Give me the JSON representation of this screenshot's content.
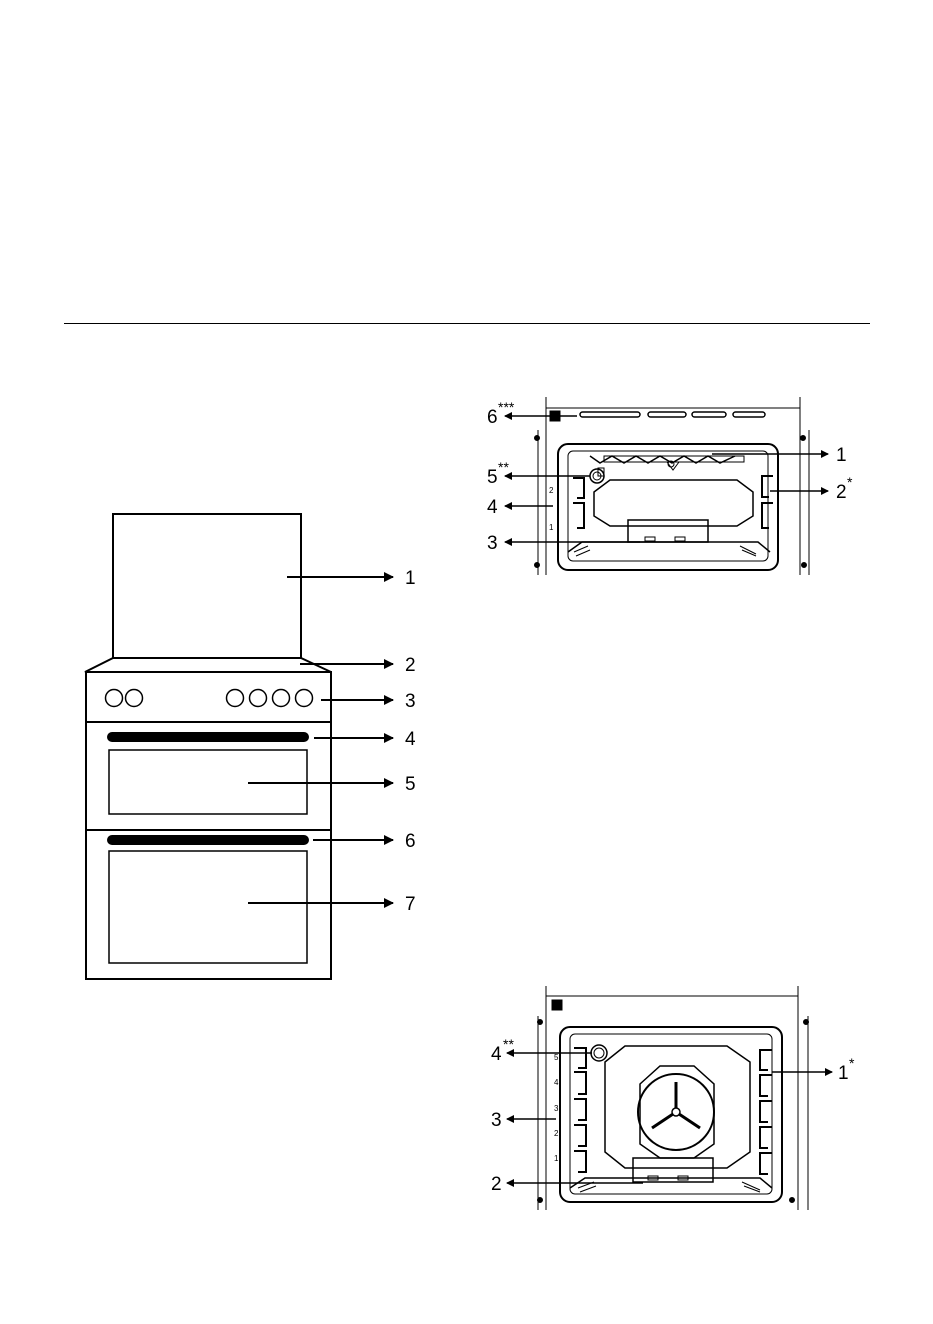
{
  "diagram1": {
    "callouts": [
      "1",
      "2",
      "3",
      "4",
      "5",
      "6",
      "7"
    ]
  },
  "diagram2": {
    "callouts": [
      {
        "num": "6",
        "mark": "***"
      },
      {
        "num": "1",
        "mark": ""
      },
      {
        "num": "5",
        "mark": "**"
      },
      {
        "num": "2",
        "mark": "*"
      },
      {
        "num": "4",
        "mark": ""
      },
      {
        "num": "3",
        "mark": ""
      }
    ],
    "shelf_levels": [
      "2",
      "1"
    ]
  },
  "diagram3": {
    "callouts": [
      {
        "num": "4",
        "mark": "**"
      },
      {
        "num": "1",
        "mark": "*"
      },
      {
        "num": "3",
        "mark": ""
      },
      {
        "num": "2",
        "mark": ""
      }
    ],
    "shelf_levels": [
      "5",
      "4",
      "3",
      "2",
      "1"
    ]
  }
}
